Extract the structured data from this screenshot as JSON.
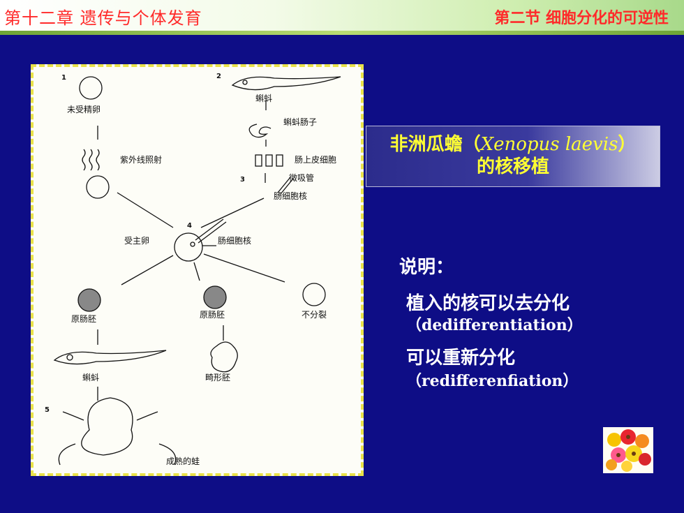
{
  "header": {
    "chapter": "第十二章  遗传与个体发育",
    "section": "第二节   细胞分化的可逆性"
  },
  "figure": {
    "labels": {
      "unfertilized_egg": "未受精卵",
      "tadpole_top": "蝌蚪",
      "tadpole_intestine": "蝌蚪肠子",
      "uv_irradiation": "紫外线照射",
      "intestinal_epithelial_cells": "肠上皮细胞",
      "micropipette": "微吸管",
      "intestinal_nucleus_3": "肠细胞核",
      "host_egg": "受主卵",
      "intestinal_nucleus_4": "肠细胞核",
      "gastrula_left": "原肠胚",
      "gastrula_mid": "原肠胚",
      "no_division": "不分裂",
      "tadpole_bottom": "蝌蚪",
      "abnormal_embryo": "畸形胚",
      "mature_frog": "成熟的蛙"
    },
    "numbers": [
      "1",
      "2",
      "3",
      "4",
      "5"
    ]
  },
  "title": {
    "prefix": "非洲瓜蟾（",
    "latin": "Xenopus laevis",
    "suffix": "）",
    "line2": "的核移植"
  },
  "explanation": {
    "heading": "说明：",
    "line1": "植入的核可以去分化",
    "line2": "（dedifferentiation）",
    "line3": "可以重新分化",
    "line4": "（redifferenfiation）"
  },
  "colors": {
    "background": "#0e0d86",
    "header_text": "#ff2a2a",
    "title_text": "#ffff33",
    "figure_border": "#e9e24a"
  },
  "icons": [
    "flower-bouquet-icon"
  ]
}
